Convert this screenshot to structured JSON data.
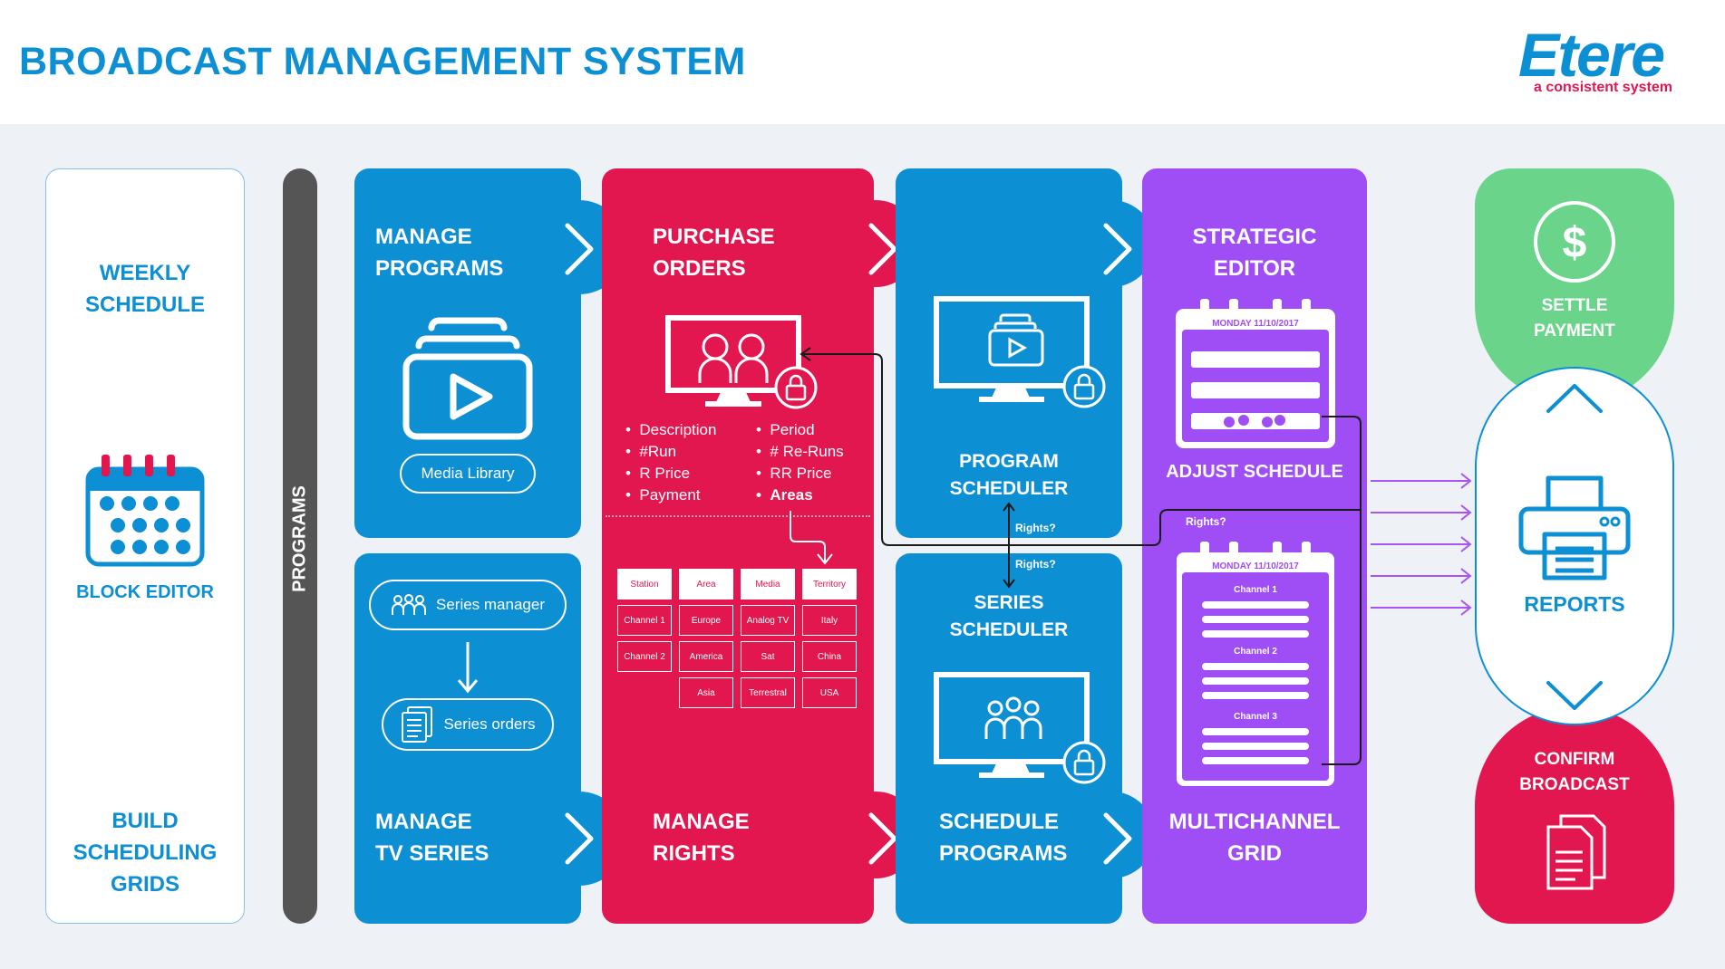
{
  "header": {
    "title": "BROADCAST MANAGEMENT SYSTEM",
    "brand_name": "Etere",
    "brand_tagline": "a consistent system"
  },
  "weekly": {
    "top": [
      "WEEKLY",
      "SCHEDULE"
    ],
    "middle": "BLOCK EDITOR",
    "bottom": [
      "BUILD",
      "SCHEDULING",
      "GRIDS"
    ]
  },
  "programs_bar": "PROGRAMS",
  "manage_programs": {
    "title": [
      "MANAGE",
      "PROGRAMS"
    ],
    "pill": "Media Library"
  },
  "manage_tv_series": {
    "title": [
      "MANAGE",
      "TV SERIES"
    ],
    "pill1": "Series manager",
    "pill2": "Series orders"
  },
  "purchase_orders": {
    "title": [
      "PURCHASE",
      "ORDERS"
    ],
    "left_list": [
      "Description",
      "#Run",
      "R Price",
      "Payment"
    ],
    "right_list": [
      "Period",
      "# Re-Runs",
      "RR Price",
      "Areas"
    ]
  },
  "rights_table": {
    "headers": [
      "Station",
      "Area",
      "Media",
      "Territory"
    ],
    "rows": [
      [
        "Channel 1",
        "Europe",
        "Analog TV",
        "Italy"
      ],
      [
        "Channel 2",
        "America",
        "Sat",
        "China"
      ],
      [
        "",
        "Asia",
        "Terrestral",
        "USA"
      ]
    ]
  },
  "manage_rights": {
    "title": [
      "MANAGE",
      "RIGHTS"
    ]
  },
  "program_scheduler": {
    "label": [
      "PROGRAM",
      "SCHEDULER"
    ],
    "rights_top": "Rights?",
    "rights_bottom": "Rights?"
  },
  "series_scheduler": {
    "label": [
      "SERIES",
      "SCHEDULER"
    ]
  },
  "schedule_programs": {
    "title": [
      "SCHEDULE",
      "PROGRAMS"
    ]
  },
  "strategic_editor": {
    "title": [
      "STRATEGIC",
      "EDITOR"
    ],
    "calendar_date": "MONDAY 11/10/2017",
    "adjust": "ADJUST SCHEDULE",
    "rights": "Rights?"
  },
  "multichannel": {
    "calendar_date": "MONDAY 11/10/2017",
    "channels": [
      "Channel 1",
      "Channel 2",
      "Channel 3"
    ],
    "title": [
      "MULTICHANNEL",
      "GRID"
    ]
  },
  "settle": {
    "symbol": "$",
    "label": [
      "SETTLE",
      "PAYMENT"
    ]
  },
  "reports": {
    "label": "REPORTS"
  },
  "confirm": {
    "label": [
      "CONFIRM",
      "BROADCAST"
    ]
  },
  "colors": {
    "blue": "#0d8fd4",
    "red": "#e3174f",
    "purple": "#9f4ef6",
    "green": "#6ad48a",
    "dark_bar": "#555555"
  }
}
